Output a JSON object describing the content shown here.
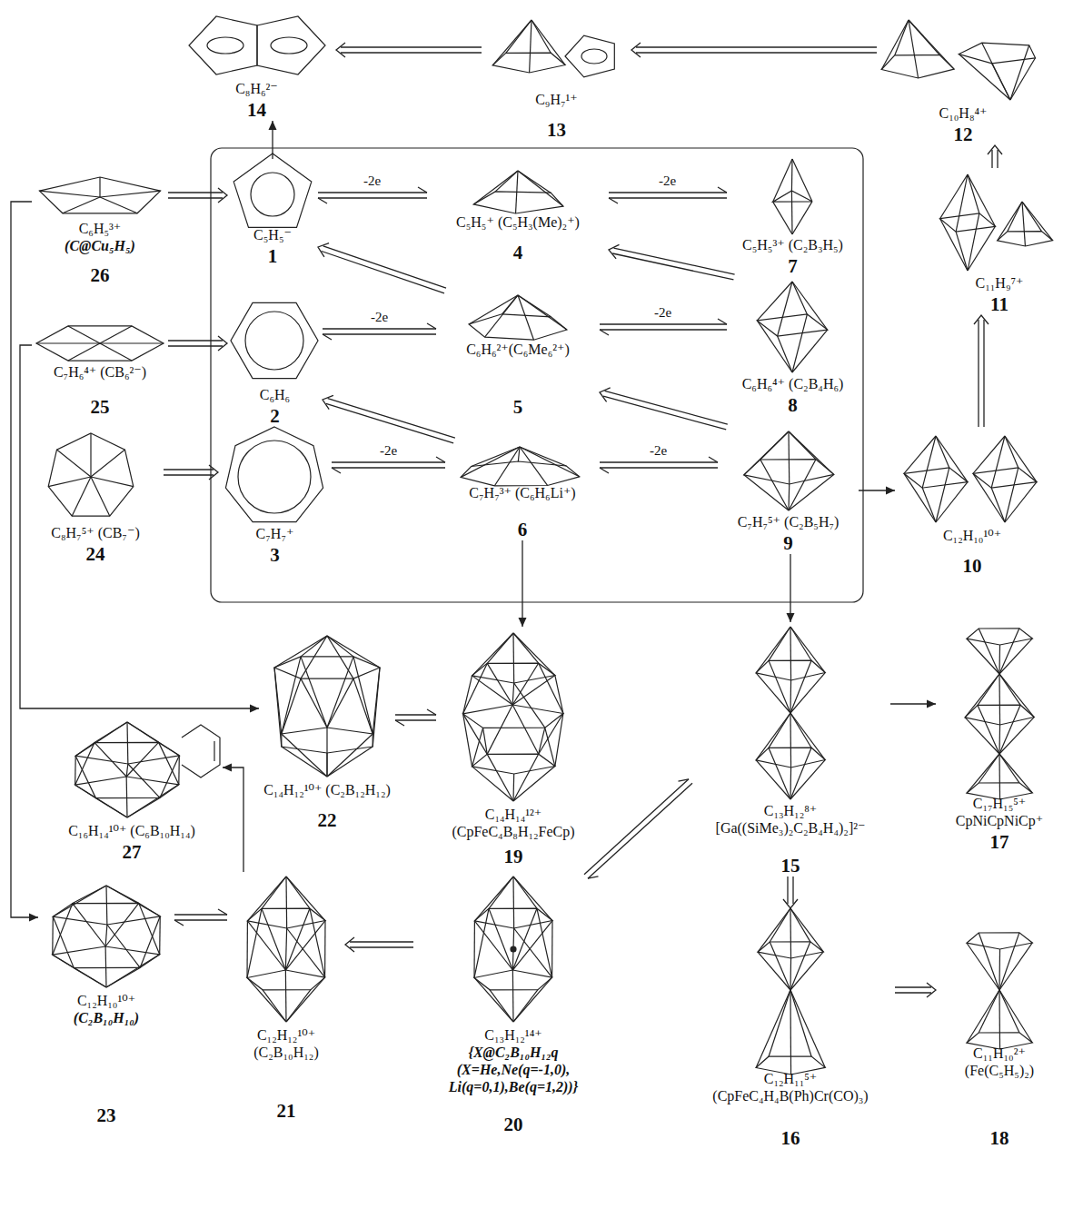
{
  "diagram": {
    "nodes": [
      {
        "text": [
          "C₈H₆²⁻",
          "14"
        ]
      },
      {
        "text": [
          "C₉H₇¹⁺",
          "13"
        ]
      },
      {
        "text": [
          "C₁₀H₈⁴⁺",
          "12"
        ]
      },
      {
        "text": [
          "C₆H₅³⁺",
          "(C@Cu₅H₅)",
          "26"
        ]
      },
      {
        "text": [
          "C₅H₅⁻",
          "1"
        ]
      },
      {
        "text": [
          "C₅H₅⁺ (C₅H₃(Me)₂⁺)",
          "4"
        ]
      },
      {
        "text": [
          "C₅H₅³⁺ (C₂B₃H₅)",
          "7"
        ]
      },
      {
        "text": [
          "C₇H₆⁴⁺ (CB₆²⁻)",
          "25"
        ]
      },
      {
        "text": [
          "C₆H₆",
          "2"
        ]
      },
      {
        "text": [
          "C₆H₆²⁺(C₆Me₆²⁺)",
          "5"
        ]
      },
      {
        "text": [
          "C₆H₆⁴⁺ (C₂B₄H₆)",
          "8"
        ]
      },
      {
        "text": [
          "C₁₁H₉⁷⁺",
          "11"
        ]
      },
      {
        "text": [
          "C₈H₇⁵⁺ (CB₇⁻)",
          "24"
        ]
      },
      {
        "text": [
          "C₇H₇⁺",
          "3"
        ]
      },
      {
        "text": [
          "C₇H₇³⁺ (C₆H₆Li⁺)",
          "6"
        ]
      },
      {
        "text": [
          "C₇H₇⁵⁺ (C₂B₅H₇)",
          "9"
        ]
      },
      {
        "text": [
          "C₁₂H₁₀¹⁰⁺",
          "10"
        ]
      },
      {
        "text": [
          "C₁₄H₁₂¹⁰⁺ (C₂B₁₂H₁₂)",
          "22"
        ]
      },
      {
        "text": [
          "C₁₄H₁₄¹²⁺",
          "(CpFeC₄B₈H₁₂FeCp)",
          "19"
        ]
      },
      {
        "text": [
          "C₁₃H₁₂⁸⁺",
          "[Ga((SiMe₃)₂C₂B₄H₄)₂]²⁻",
          "15"
        ]
      },
      {
        "text": [
          "C₁₇H₁₅⁵⁺",
          "CpNiCpNiCp⁺",
          "17"
        ]
      },
      {
        "text": [
          "C₁₆H₁₄¹⁰⁺ (C₆B₁₀H₁₄)",
          "27"
        ]
      },
      {
        "text": [
          "C₁₂H₁₀¹⁰⁺",
          "(C₂B₁₀H₁₀)",
          "23"
        ]
      },
      {
        "text": [
          "C₁₂H₁₂¹⁰⁺",
          "(C₂B₁₀H₁₂)",
          "21"
        ]
      },
      {
        "text": [
          "C₁₃H₁₂¹⁴⁺",
          "{X@C₂B₁₀H₁₂q (X=He,Ne(q=-1,0), Li(q=0,1),Be(q=1,2))}",
          "20"
        ]
      },
      {
        "text": [
          "C₁₂H₁₁⁵⁺",
          "(CpFeC₄H₄B(Ph)Cr(CO)₃)",
          "16"
        ]
      },
      {
        "text": [
          "C₁₁H₁₀²⁺",
          "(Fe(C₅H₅)₂)",
          "18"
        ]
      }
    ],
    "edges": [
      {
        "from": 3,
        "to": 4,
        "arrow": "to"
      },
      {
        "from": 4,
        "to": 5,
        "label": "-2e",
        "arrow": "both"
      },
      {
        "from": 5,
        "to": 6,
        "label": "-2e",
        "arrow": "both"
      },
      {
        "from": 7,
        "to": 8,
        "arrow": "to"
      },
      {
        "from": 8,
        "to": 9,
        "label": "-2e",
        "arrow": "both"
      },
      {
        "from": 9,
        "to": 10,
        "label": "-2e",
        "arrow": "both"
      },
      {
        "from": 12,
        "to": 13,
        "arrow": "to"
      },
      {
        "from": 13,
        "to": 14,
        "label": "-2e",
        "arrow": "both"
      },
      {
        "from": 14,
        "to": 15,
        "label": "-2e",
        "arrow": "both"
      },
      {
        "from": 9,
        "to": 4,
        "arrow": "to"
      },
      {
        "from": 10,
        "to": 5,
        "arrow": "to"
      },
      {
        "from": 14,
        "to": 8,
        "arrow": "to"
      },
      {
        "from": 15,
        "to": 9,
        "arrow": "to"
      },
      {
        "from": 4,
        "to": 0,
        "arrow": "to"
      },
      {
        "from": 1,
        "to": 0,
        "arrow": "to"
      },
      {
        "from": 2,
        "to": 1,
        "arrow": "to"
      },
      {
        "from": 11,
        "to": 2,
        "arrow": "to"
      },
      {
        "from": 16,
        "to": 11,
        "arrow": "to"
      },
      {
        "from": 15,
        "to": 16,
        "arrow": "to"
      },
      {
        "from": 14,
        "to": 18,
        "arrow": "to"
      },
      {
        "from": 15,
        "to": 19,
        "arrow": "to"
      },
      {
        "from": 19,
        "to": 20,
        "arrow": "to"
      },
      {
        "from": 19,
        "to": 25,
        "arrow": "to"
      },
      {
        "from": 25,
        "to": 26,
        "arrow": "to"
      },
      {
        "from": 7,
        "to": 17,
        "arrow": "to"
      },
      {
        "from": 3,
        "to": 22,
        "arrow": "to"
      },
      {
        "from": 17,
        "to": 18,
        "arrow": "both"
      },
      {
        "from": 22,
        "to": 23,
        "arrow": "both"
      },
      {
        "from": 24,
        "to": 23,
        "arrow": "to"
      },
      {
        "from": 23,
        "to": 21,
        "arrow": "to"
      },
      {
        "from": 24,
        "to": 19,
        "arrow": "both"
      }
    ]
  }
}
